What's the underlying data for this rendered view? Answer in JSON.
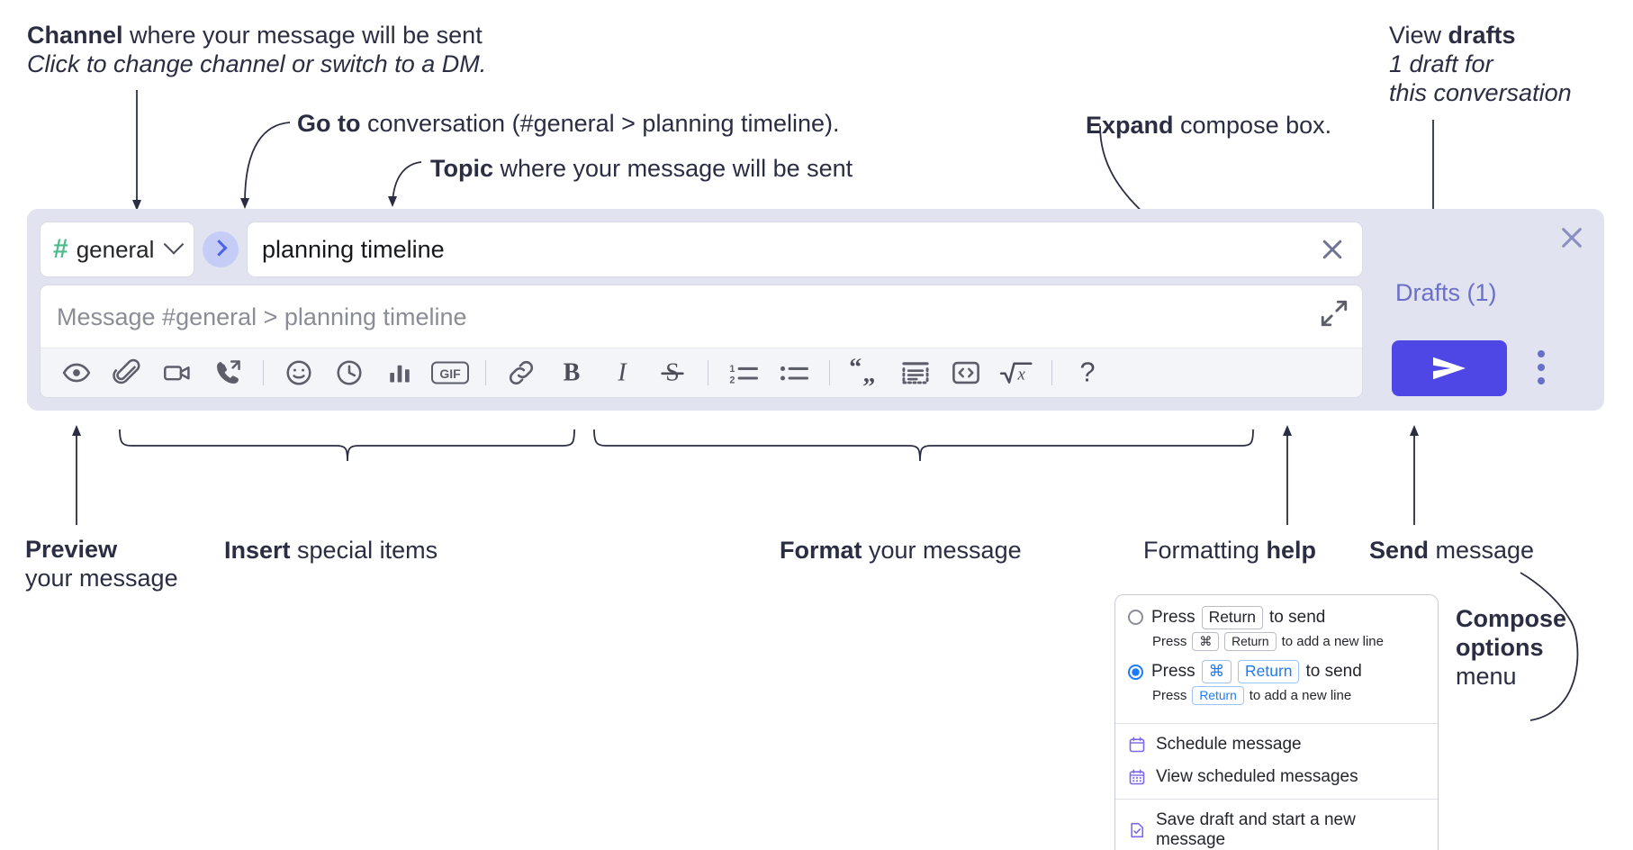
{
  "annotations": {
    "channel": {
      "bold": "Channel",
      "rest": " where your message will be sent",
      "sub": "Click to change channel or switch to a DM."
    },
    "goto": {
      "bold": "Go to",
      "rest": " conversation (#general > planning timeline)."
    },
    "topic": {
      "bold": "Topic",
      "rest": " where your message will be sent"
    },
    "expand": {
      "bold": "Expand",
      "rest": " compose box."
    },
    "drafts": {
      "lead": "View ",
      "bold": "drafts",
      "sub1": "1 draft for",
      "sub2": "this conversation"
    },
    "preview": {
      "bold": "Preview",
      "sub": "your message"
    },
    "insert": {
      "bold": "Insert",
      "rest": " special items"
    },
    "format": {
      "bold": "Format",
      "rest": " your message"
    },
    "help": {
      "lead": "Formatting ",
      "bold": "help"
    },
    "send": {
      "bold": "Send",
      "rest": " message"
    },
    "compose_options": {
      "bold1": "Compose",
      "bold2": "options",
      "rest": "menu"
    }
  },
  "compose": {
    "channel_name": "general",
    "channel_hash": "#",
    "topic_value": "planning timeline",
    "message_placeholder": "Message #general > planning timeline",
    "drafts_label": "Drafts (1)",
    "icons": {
      "goto": "chevron-right-icon",
      "clear": "close-icon",
      "expand": "expand-icon",
      "rail_close": "close-icon",
      "send": "send-icon",
      "kebab": "more-options-icon"
    },
    "toolbar": [
      {
        "name": "preview-icon",
        "label": "Preview"
      },
      {
        "name": "attachment-icon",
        "label": "Attach file"
      },
      {
        "name": "video-icon",
        "label": "Record video"
      },
      {
        "name": "call-forward-icon",
        "label": "Huddle"
      },
      {
        "name": "separator",
        "label": ""
      },
      {
        "name": "emoji-icon",
        "label": "Emoji"
      },
      {
        "name": "clock-icon",
        "label": "Reminder"
      },
      {
        "name": "poll-icon",
        "label": "Poll"
      },
      {
        "name": "gif-icon",
        "label": "GIF"
      },
      {
        "name": "separator",
        "label": ""
      },
      {
        "name": "link-icon",
        "label": "Link"
      },
      {
        "name": "bold-icon",
        "label": "B"
      },
      {
        "name": "italic-icon",
        "label": "I"
      },
      {
        "name": "strikethrough-icon",
        "label": "S"
      },
      {
        "name": "separator",
        "label": ""
      },
      {
        "name": "ordered-list-icon",
        "label": "Ordered list"
      },
      {
        "name": "bulleted-list-icon",
        "label": "Bulleted list"
      },
      {
        "name": "separator",
        "label": ""
      },
      {
        "name": "blockquote-icon",
        "label": "Blockquote"
      },
      {
        "name": "code-block-icon",
        "label": "Code block"
      },
      {
        "name": "inline-code-icon",
        "label": "Code"
      },
      {
        "name": "math-icon",
        "label": "Math"
      },
      {
        "name": "separator",
        "label": ""
      },
      {
        "name": "help-icon",
        "label": "?"
      }
    ]
  },
  "options_menu": {
    "radio_1": {
      "selected": false,
      "main_prefix": "Press",
      "main_key": "Return",
      "main_suffix": "to send",
      "sub_prefix": "Press",
      "sub_key1": "⌘",
      "sub_key2": "Return",
      "sub_suffix": "to add a new line"
    },
    "radio_2": {
      "selected": true,
      "main_prefix": "Press",
      "main_key1": "⌘",
      "main_key2": "Return",
      "main_suffix": "to send",
      "sub_prefix": "Press",
      "sub_key": "Return",
      "sub_suffix": "to add a new line"
    },
    "items": [
      {
        "icon": "calendar-icon",
        "label": "Schedule message"
      },
      {
        "icon": "calendar-grid-icon",
        "label": "View scheduled messages"
      },
      {
        "icon": "save-draft-icon",
        "label": "Save draft and start a new message"
      }
    ]
  },
  "colors": {
    "shell_bg": "#e1e3f1",
    "accent_send": "#4e47e5",
    "hash_green": "#4dbb8a",
    "drafts_purple": "#6b6fc7",
    "radio_blue": "#1d7afc",
    "menu_icon_purple": "#7b68ee"
  }
}
